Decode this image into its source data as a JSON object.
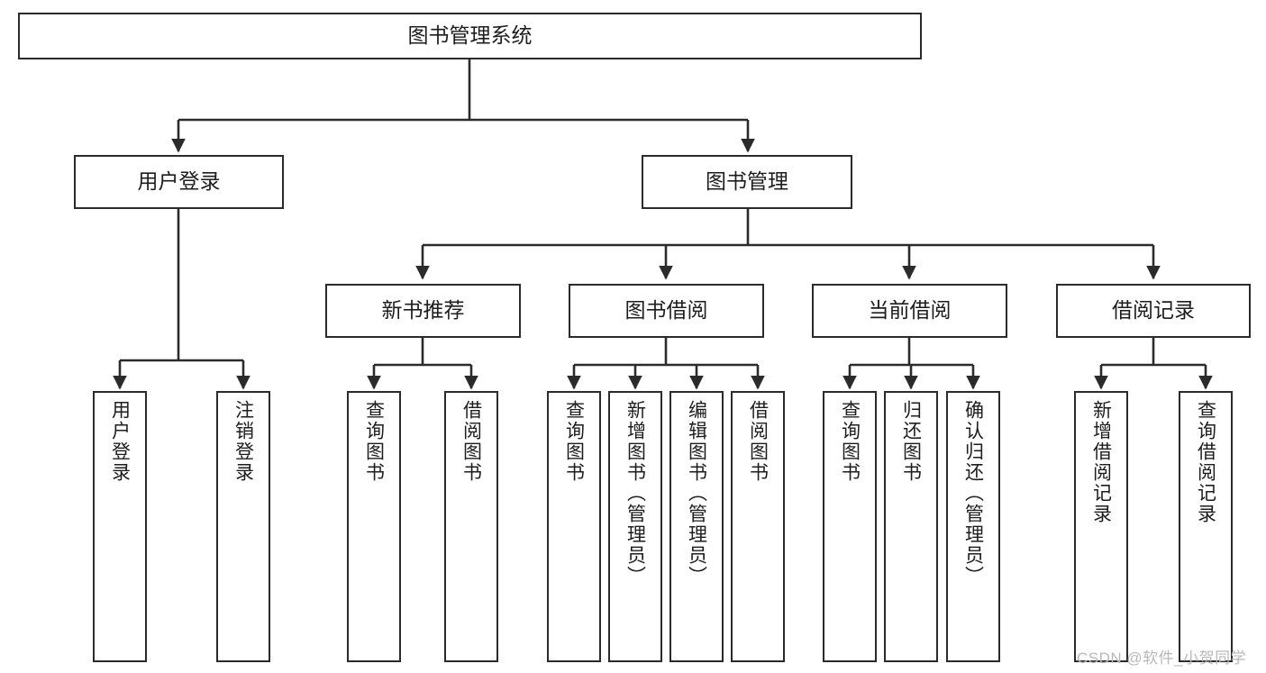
{
  "diagram": {
    "title": "图书管理系统",
    "watermark": "CSDN @软件_小贺同学",
    "colors": {
      "stroke": "#2b2b2b",
      "fill": "#ffffff",
      "text": "#1d1d1d",
      "watermark": "#b8b8b8"
    },
    "levels": {
      "root": {
        "label": "图书管理系统"
      },
      "level2": [
        {
          "label": "用户登录"
        },
        {
          "label": "图书管理"
        }
      ],
      "level3": [
        {
          "label": "新书推荐"
        },
        {
          "label": "图书借阅"
        },
        {
          "label": "当前借阅"
        },
        {
          "label": "借阅记录"
        }
      ],
      "leaves": {
        "user_login": [
          {
            "label": "用户登录"
          },
          {
            "label": "注销登录"
          }
        ],
        "new_book_recommend": [
          {
            "label": "查询图书"
          },
          {
            "label": "借阅图书"
          }
        ],
        "book_borrow": [
          {
            "label": "查询图书"
          },
          {
            "label": "新增图书（管理员）"
          },
          {
            "label": "编辑图书（管理员）"
          },
          {
            "label": "借阅图书"
          }
        ],
        "current_borrow": [
          {
            "label": "查询图书"
          },
          {
            "label": "归还图书"
          },
          {
            "label": "确认归还（管理员）"
          }
        ],
        "borrow_record": [
          {
            "label": "新增借阅记录"
          },
          {
            "label": "查询借阅记录"
          }
        ]
      }
    }
  }
}
